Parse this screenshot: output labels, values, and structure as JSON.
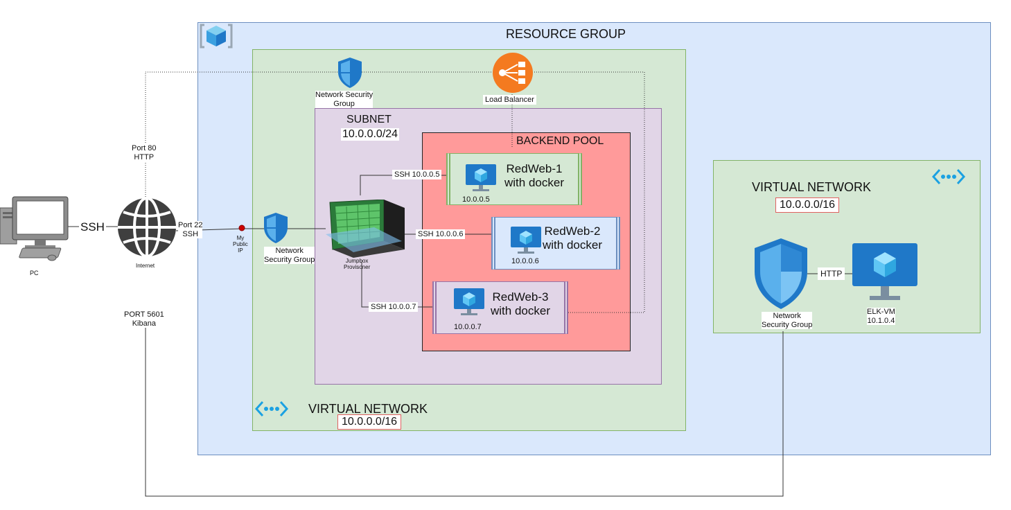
{
  "resource_group": {
    "title": "RESOURCE GROUP"
  },
  "vnet_main": {
    "title": "VIRTUAL NETWORK",
    "cidr": "10.0.0.0/16",
    "nsg_label_line1": "Network Security",
    "nsg_label_line2": "Group",
    "lb_label": "Load Balancer"
  },
  "subnet": {
    "title": "SUBNET",
    "cidr": "10.0.0.0/24"
  },
  "backend_pool": {
    "title": "BACKEND POOL"
  },
  "vms": [
    {
      "name": "RedWeb-1",
      "sub": "with docker",
      "ip": "10.0.0.5",
      "ssh": "SSH 10.0.0.5"
    },
    {
      "name": "RedWeb-2",
      "sub": "with docker",
      "ip": "10.0.0.6",
      "ssh": "SSH 10.0.0.6"
    },
    {
      "name": "RedWeb-3",
      "sub": "with docker",
      "ip": "10.0.0.7",
      "ssh": "SSH 10.0.0.7"
    }
  ],
  "jumpbox": {
    "line1": "Jumpbox",
    "line2": "Provisoner"
  },
  "nsg_jump": {
    "line1": "Network",
    "line2": "Security Group"
  },
  "public_ip": {
    "line1": "My",
    "line2": "Public",
    "line3": "IP"
  },
  "pc": {
    "label": "PC",
    "ssh": "SSH"
  },
  "internet": {
    "label": "Internet"
  },
  "ports": {
    "p80_line1": "Port 80",
    "p80_line2": "HTTP",
    "p22_line1": "Port 22",
    "p22_line2": "SSH",
    "p5601_line1": "PORT 5601",
    "p5601_line2": "Kibana"
  },
  "vnet_elk": {
    "title": "VIRTUAL NETWORK",
    "cidr": "10.0.0.0/16",
    "nsg_line1": "Network",
    "nsg_line2": "Security Group",
    "http": "HTTP",
    "elk_name": "ELK-VM",
    "elk_ip": "10.1.0.4"
  },
  "colors": {
    "resource_group_fill": "#dae8fc",
    "vnet_fill": "#d5e8d4",
    "subnet_fill": "#e1d5e7",
    "backend_fill": "#ff9a9a",
    "vm_card_fill": "#d5e8d4",
    "vm2_card_fill": "#dae8fc",
    "vm3_card_fill": "#e1d5e7",
    "azure_blue": "#1f78c8",
    "lb_orange": "#f47a20"
  }
}
